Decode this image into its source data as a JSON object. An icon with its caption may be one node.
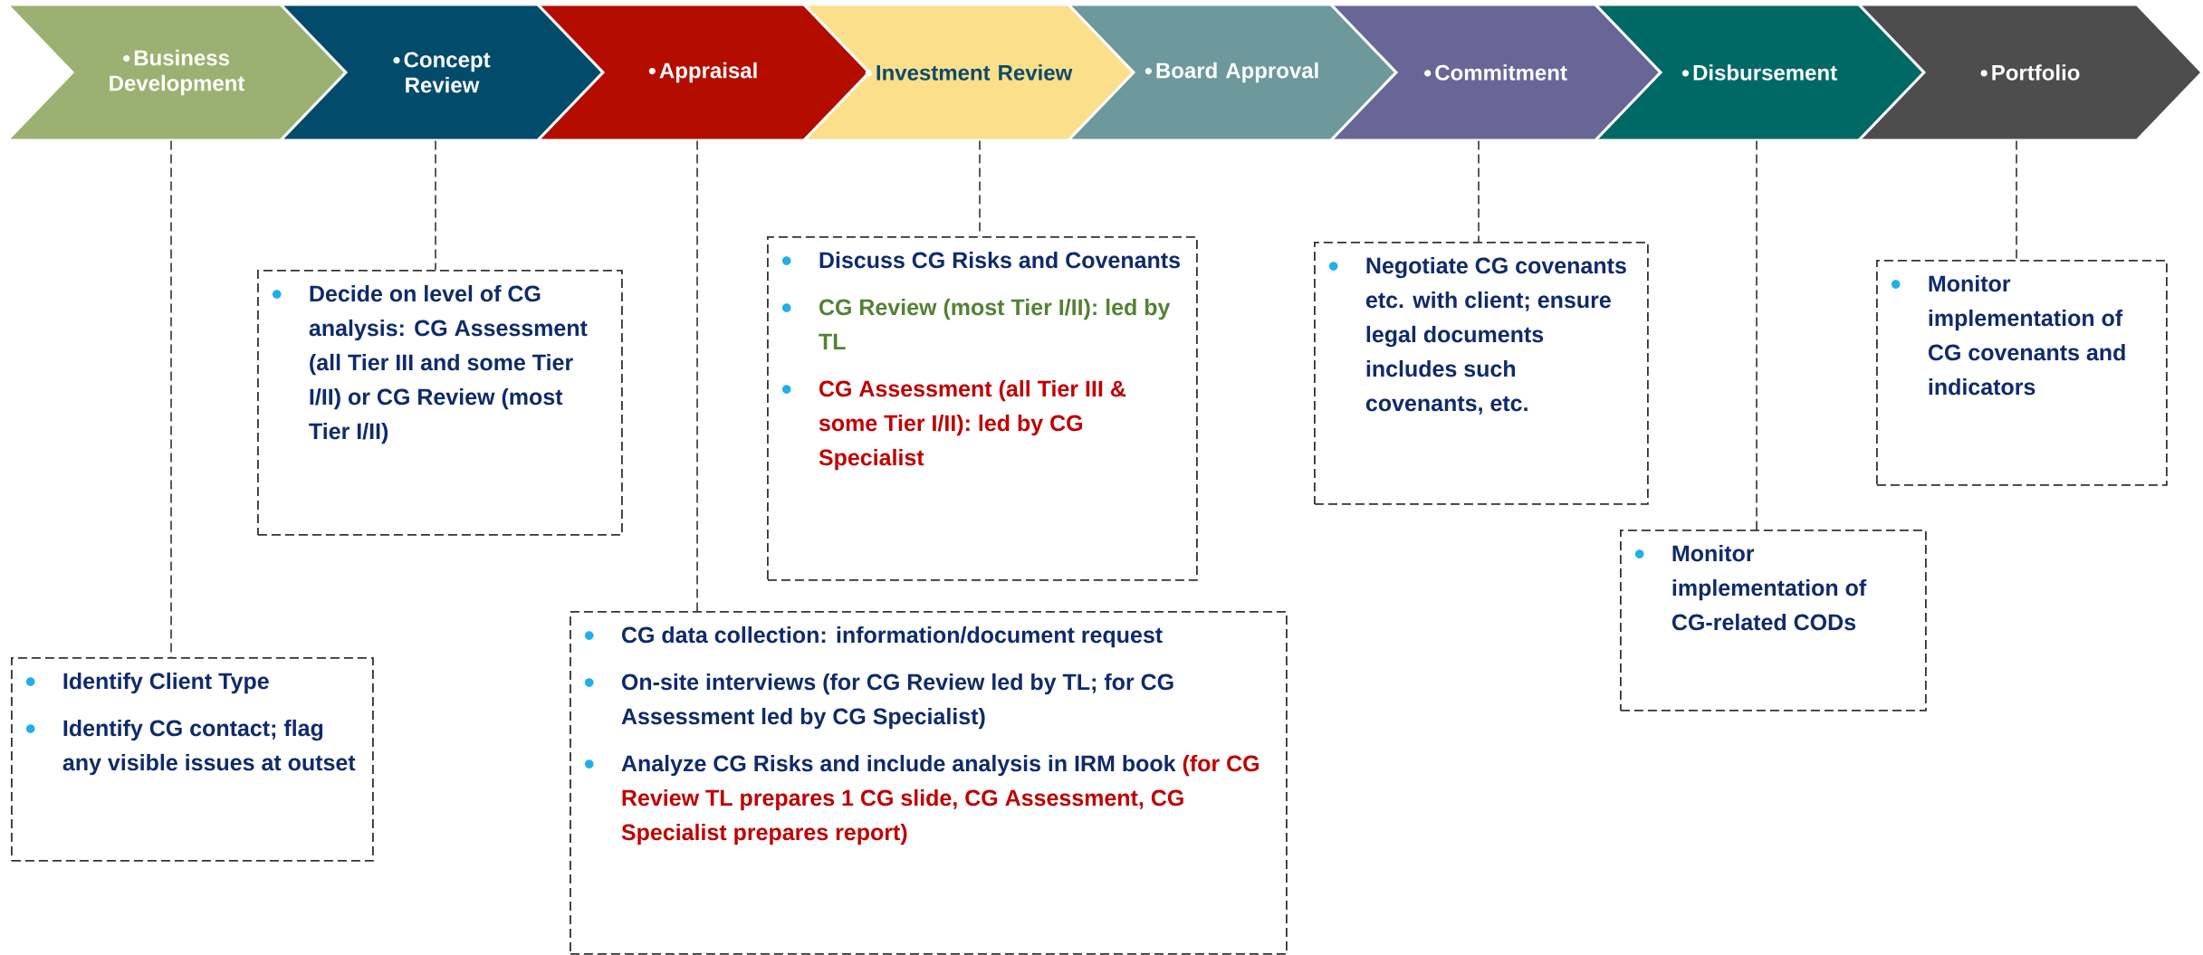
{
  "diagram": {
    "nodes": [
      {
        "text": [
          "Business Development"
        ]
      },
      {
        "text": [
          "Concept Review"
        ]
      },
      {
        "text": [
          "Appraisal"
        ]
      },
      {
        "text": [
          "Investment Review"
        ]
      },
      {
        "text": [
          "Board Approval"
        ]
      },
      {
        "text": [
          "Commitment"
        ]
      },
      {
        "text": [
          "Disbursement"
        ]
      },
      {
        "text": [
          "Portfolio"
        ]
      },
      {
        "text": [
          "Identify Client Type",
          "Identify CG contact; flag any visible issues at outset"
        ]
      },
      {
        "text": [
          "Decide on level of CG analysis: CG Assessment (all Tier III and some Tier I/II) or CG Review (most Tier I/II)"
        ]
      },
      {
        "text": [
          "CG data collection: information/document request",
          "On-site interviews (for CG Review led by TL; for CG Assessment led by CG Specialist)",
          "Analyze CG Risks and include analysis in IRM book",
          "(for CG Review TL prepares 1 CG slide, CG Assessment, CG Specialist prepares report)"
        ]
      },
      {
        "text": [
          "Discuss CG Risks and Covenants",
          "CG Review (most Tier I/II): led by TL",
          "CG Assessment (all Tier III & some Tier I/II): led by CG Specialist"
        ]
      },
      {
        "text": [
          "Negotiate CG covenants etc. with client; ensure legal documents includes such covenants, etc."
        ]
      },
      {
        "text": [
          "Monitor implementation of CG-related CODs"
        ]
      },
      {
        "text": [
          "Monitor implementation of CG covenants and indicators"
        ]
      }
    ],
    "edges": [
      {
        "from": 0,
        "to": 8,
        "arrow": "none",
        "style": "dashed"
      },
      {
        "from": 1,
        "to": 9,
        "arrow": "none",
        "style": "dashed"
      },
      {
        "from": 2,
        "to": 10,
        "arrow": "none",
        "style": "dashed"
      },
      {
        "from": 3,
        "to": 11,
        "arrow": "none",
        "style": "dashed"
      },
      {
        "from": 5,
        "to": 12,
        "arrow": "none",
        "style": "dashed"
      },
      {
        "from": 6,
        "to": 13,
        "arrow": "none",
        "style": "dashed"
      },
      {
        "from": 7,
        "to": 14,
        "arrow": "none",
        "style": "dashed"
      }
    ]
  }
}
